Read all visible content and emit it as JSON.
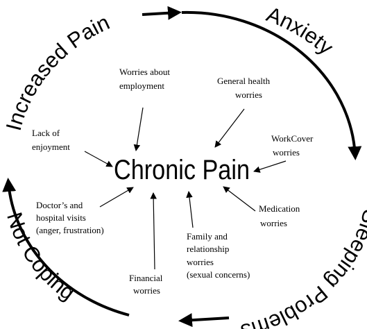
{
  "center": "Chronic Pain",
  "cycle": {
    "increased_pain": "Increased Pain",
    "anxiety": "Anxiety",
    "sleeping_problems": "Sleeping Problems",
    "not_coping": "Not Coping"
  },
  "worries": {
    "employment": [
      "Worries about",
      "employment"
    ],
    "general_health": [
      "General health",
      "worries"
    ],
    "enjoyment": [
      "Lack of",
      "enjoyment"
    ],
    "workcover": [
      "WorkCover",
      "worries"
    ],
    "doctors": [
      "Doctor’s and",
      "hospital visits",
      "(anger, frustration)"
    ],
    "medication": [
      "Medication",
      "worries"
    ],
    "family": [
      "Family and",
      "relationship",
      "worries",
      "(sexual concerns)"
    ],
    "financial": [
      "Financial",
      "worries"
    ]
  }
}
